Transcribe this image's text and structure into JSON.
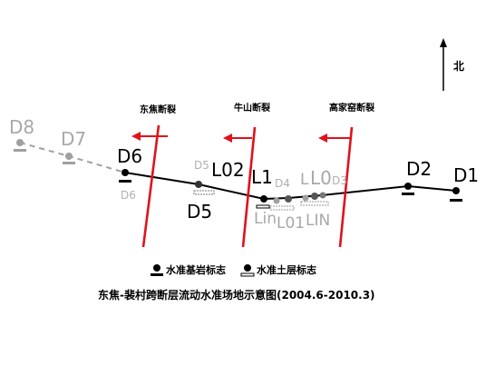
{
  "north_label": "北",
  "faults": [
    {
      "id": "east",
      "label": "东焦断裂"
    },
    {
      "id": "middle",
      "label": "牛山断裂"
    },
    {
      "id": "west",
      "label": "高家窑断裂"
    }
  ],
  "points": {
    "D8": "D8",
    "D7": "D7",
    "D6": "D6",
    "D6_shadow": "D6",
    "D5_top": "D5",
    "L02": "L02",
    "D5": "D5",
    "L1": "L1",
    "D4": "D4",
    "Lin": "Lin",
    "L01": "L01",
    "L_small": "L",
    "L0": "L0",
    "D3": "D3",
    "LIN": "LIN",
    "D2": "D2",
    "D1": "D1"
  },
  "legend": {
    "bedrock": "水准基岩标志",
    "soil": "水准土层标志"
  },
  "caption": "东焦-裴村跨断层流动水准场地示意图(2004.6-2010.3)"
}
